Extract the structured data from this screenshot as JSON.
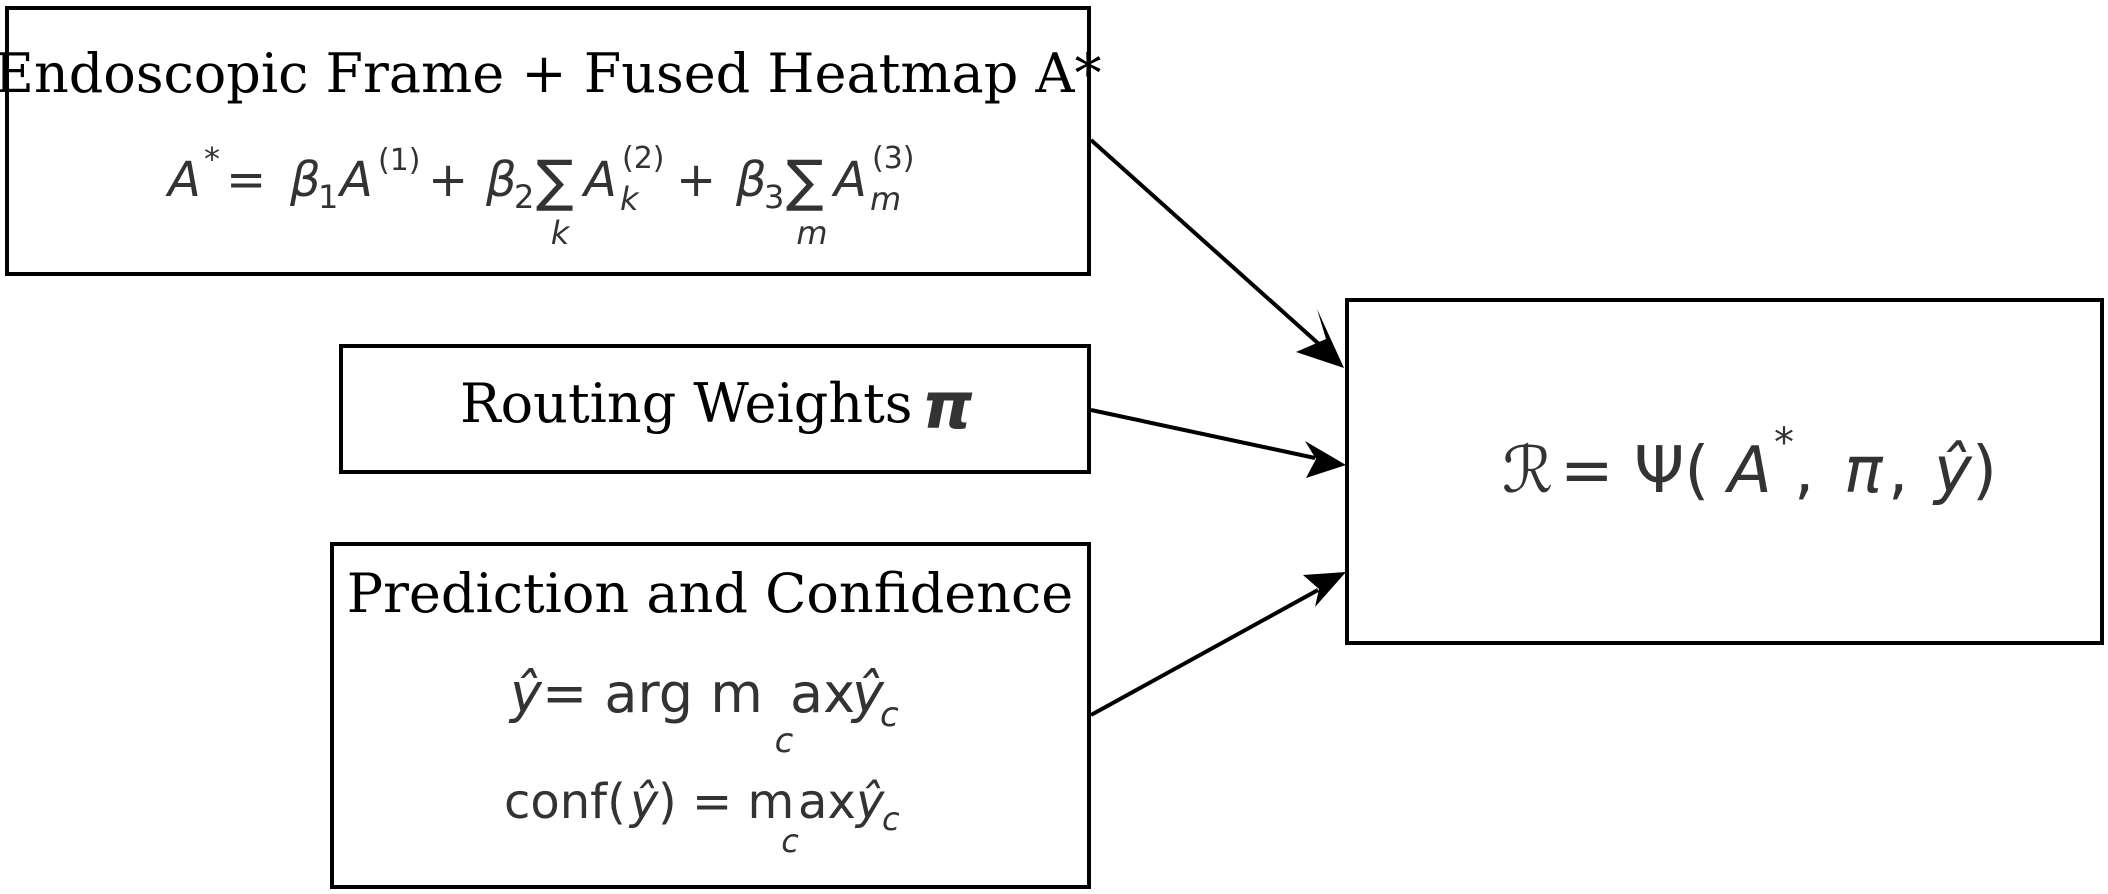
{
  "diagram": {
    "nodes": {
      "input_frame": {
        "title": "Endoscopic Frame + Fused Heatmap A*",
        "formula": {
          "lhs": "A",
          "lhs_sup": "*",
          "eq": " = ",
          "b1": "β",
          "b1_sub": "1",
          "a1": "A",
          "a1_sup": "(1)",
          "plus1": " + ",
          "b2": "β",
          "b2_sub": "2",
          "sum1": "∑",
          "sum1_index": "k",
          "a2": "A",
          "a2_sub": "k",
          "a2_sup": "(2)",
          "plus2": " + ",
          "b3": "β",
          "b3_sub": "3",
          "sum2": "∑",
          "sum2_index": "m",
          "a3": "A",
          "a3_sub": "m",
          "a3_sup": "(3)"
        }
      },
      "routing": {
        "title": "Routing Weights",
        "symbol": "π"
      },
      "prediction": {
        "title": "Prediction and Confidence",
        "formula1": {
          "yhat": "ŷ",
          "eq": " = arg m",
          "ax": "ax",
          "c_under": "c",
          "yhat2": "ŷ",
          "c_sub": "c"
        },
        "formula2": {
          "conf": "conf(",
          "yhat": "ŷ",
          "close_eq": ") = m",
          "ax": "ax",
          "c_under": "c",
          "yhat2": "ŷ",
          "c_sub": "c"
        }
      },
      "output": {
        "script_r": "ℛ",
        "eq": " = Ψ(",
        "a": "A",
        "a_sup": "*",
        "comma1": ", ",
        "pi": "π",
        "comma2": ", ",
        "yhat": "ŷ",
        "close": ")"
      }
    }
  }
}
